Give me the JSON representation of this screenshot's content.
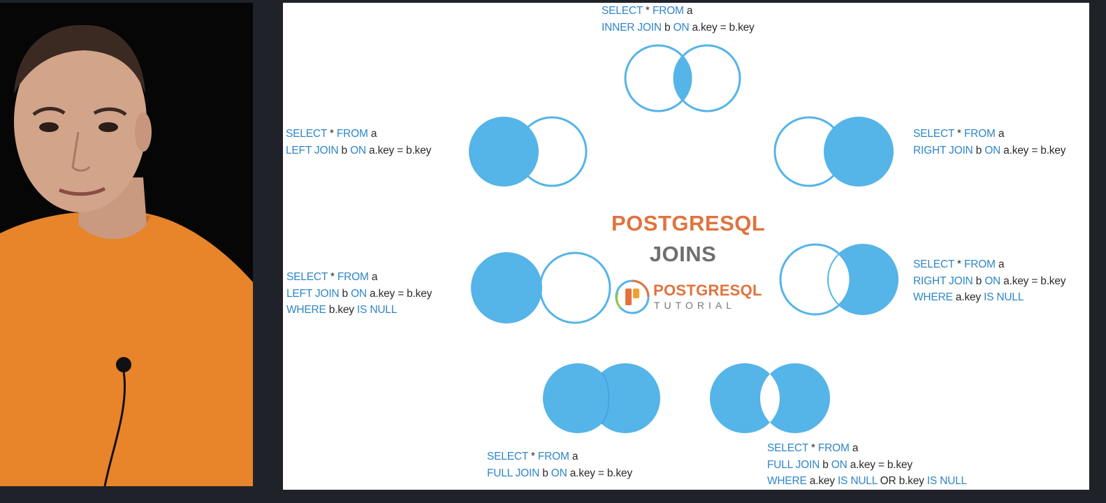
{
  "slide": {
    "title": "POSTGRESQL",
    "subtitle": "JOINS",
    "logo": {
      "word": "POSTGRESQL",
      "tagline": "TUTORIAL"
    },
    "colors": {
      "venn_fill": "#55b4e8",
      "keyword": "#2f86c8",
      "title": "#e0733e",
      "subtitle": "#6f6f6f"
    },
    "queries": {
      "inner": {
        "l1": {
          "k1": "SELECT",
          "t1": " * ",
          "k2": "FROM",
          "t2": " a"
        },
        "l2": {
          "k1": "INNER JOIN",
          "t1": " b ",
          "k2": "ON",
          "t2": " a.key = b.key"
        }
      },
      "left": {
        "l1": {
          "k1": "SELECT",
          "t1": " * ",
          "k2": "FROM",
          "t2": " a"
        },
        "l2": {
          "k1": "LEFT JOIN",
          "t1": " b ",
          "k2": "ON",
          "t2": " a.key = b.key"
        }
      },
      "right": {
        "l1": {
          "k1": "SELECT",
          "t1": " * ",
          "k2": "FROM",
          "t2": " a"
        },
        "l2": {
          "k1": "RIGHT JOIN",
          "t1": " b ",
          "k2": "ON",
          "t2": " a.key = b.key"
        }
      },
      "left_null": {
        "l1": {
          "k1": "SELECT",
          "t1": " * ",
          "k2": "FROM",
          "t2": " a"
        },
        "l2": {
          "k1": "LEFT JOIN",
          "t1": " b ",
          "k2": "ON",
          "t2": " a.key = b.key"
        },
        "l3": {
          "k1": "WHERE",
          "t1": " b.key ",
          "k2": "IS NULL"
        }
      },
      "right_null": {
        "l1": {
          "k1": "SELECT",
          "t1": " * ",
          "k2": "FROM",
          "t2": " a"
        },
        "l2": {
          "k1": "RIGHT JOIN",
          "t1": " b ",
          "k2": "ON",
          "t2": " a.key = b.key"
        },
        "l3": {
          "k1": "WHERE",
          "t1": " a.key ",
          "k2": "IS NULL"
        }
      },
      "full": {
        "l1": {
          "k1": "SELECT",
          "t1": " * ",
          "k2": "FROM",
          "t2": " a"
        },
        "l2": {
          "k1": "FULL JOIN",
          "t1": " b ",
          "k2": "ON",
          "t2": " a.key = b.key"
        }
      },
      "full_null": {
        "l1": {
          "k1": "SELECT",
          "t1": " * ",
          "k2": "FROM",
          "t2": " a"
        },
        "l2": {
          "k1": "FULL JOIN",
          "t1": " b ",
          "k2": "ON",
          "t2": " a.key = b.key"
        },
        "l3": {
          "k1": "WHERE",
          "t1": " a.key ",
          "k2": "IS NULL",
          "t2": " OR b.key ",
          "k3": "IS NULL"
        }
      }
    }
  }
}
